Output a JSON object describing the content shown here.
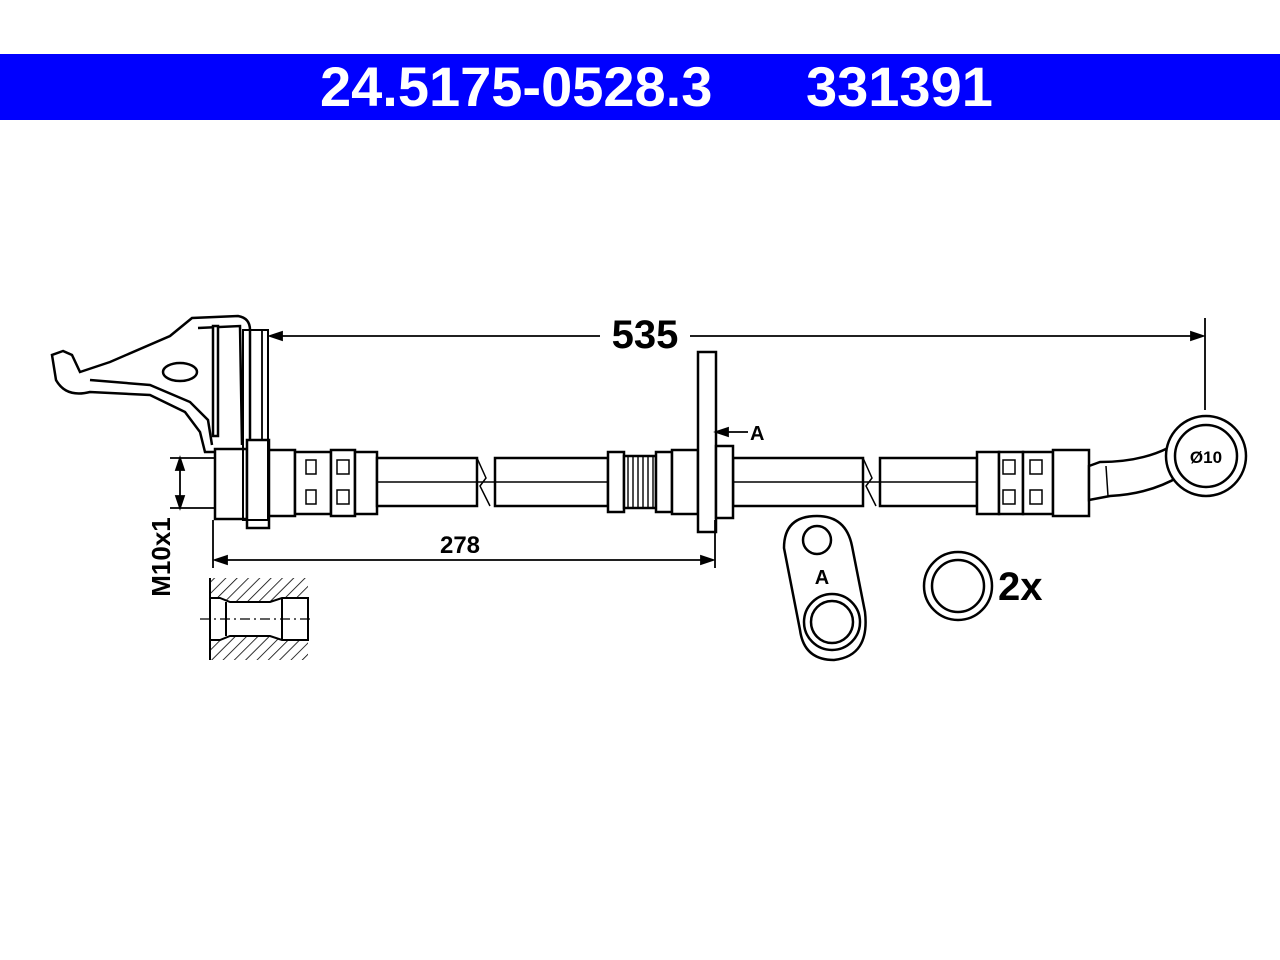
{
  "header": {
    "part_number": "24.5175-0528.3",
    "ref_number": "331391",
    "background_color": "#0000ff",
    "text_color": "#ffffff"
  },
  "dimensions": {
    "total_length": "535",
    "bracket_distance": "278",
    "thread": "M10x1",
    "eye_diameter": "Ø10"
  },
  "callouts": {
    "bracket_marker": "A",
    "detail_label": "A",
    "washer_quantity": "2x"
  }
}
